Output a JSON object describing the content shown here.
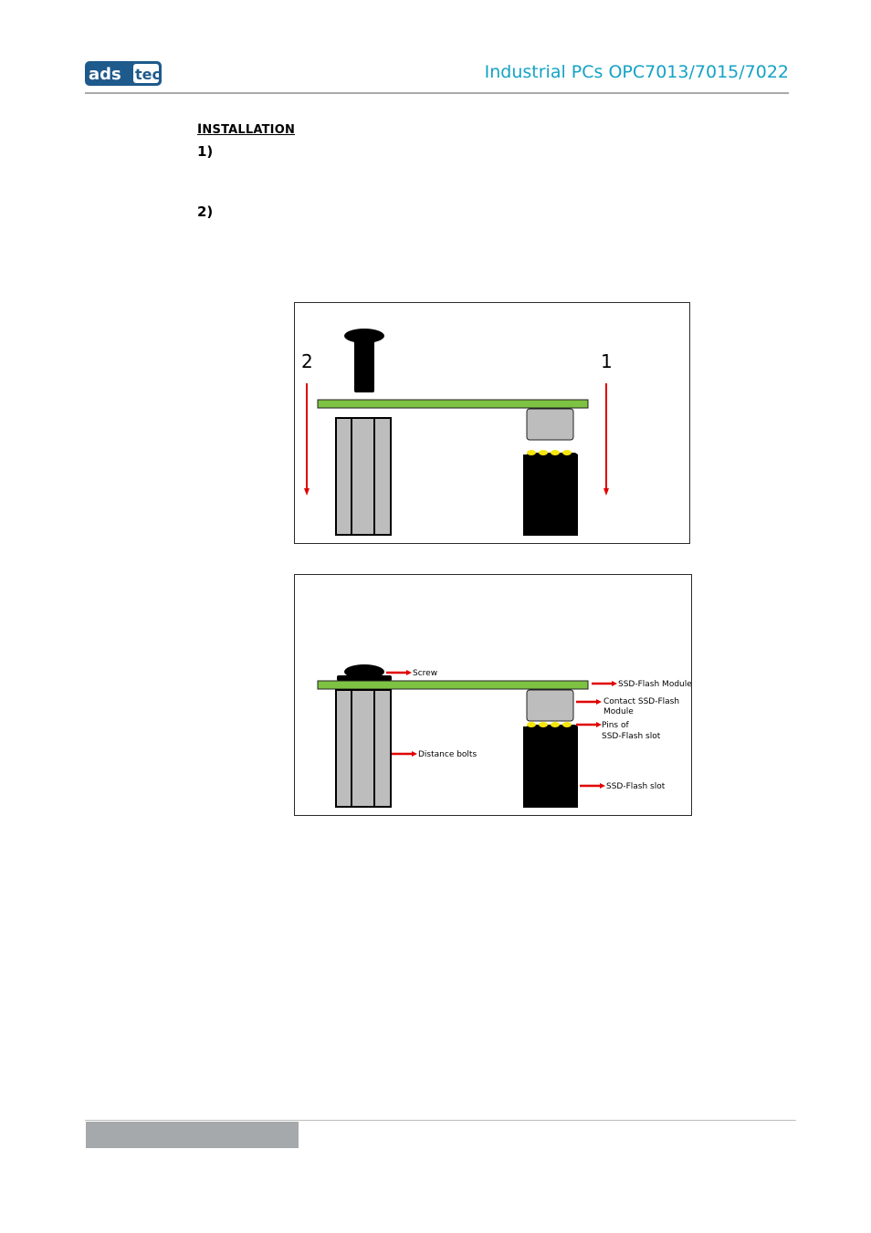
{
  "header": {
    "logo_text": "adstec",
    "title": "Industrial PCs OPC7013/7015/7022"
  },
  "section": {
    "heading_first": "I",
    "heading_rest": "NSTALLATION"
  },
  "steps": [
    {
      "label": "1)"
    },
    {
      "label": "2)"
    }
  ],
  "figure1": {
    "arrow_labels": [
      "2",
      "1"
    ]
  },
  "figure2": {
    "callouts": {
      "screw": "Screw",
      "module": "SSD-Flash Module",
      "contact_line1": "Contact SSD-Flash",
      "contact_line2": "Module",
      "pins_line1": "Pins of",
      "pins_line2": "SSD-Flash slot",
      "bolts": "Distance bolts",
      "slot": "SSD-Flash slot"
    }
  },
  "colors": {
    "accent": "#14a3c4",
    "logo_blue": "#1e5a8c",
    "board_green": "#7dc242",
    "arrow_red": "#e00000",
    "pin_yellow": "#f5e60a",
    "footer_gray": "#a6a9ab"
  }
}
